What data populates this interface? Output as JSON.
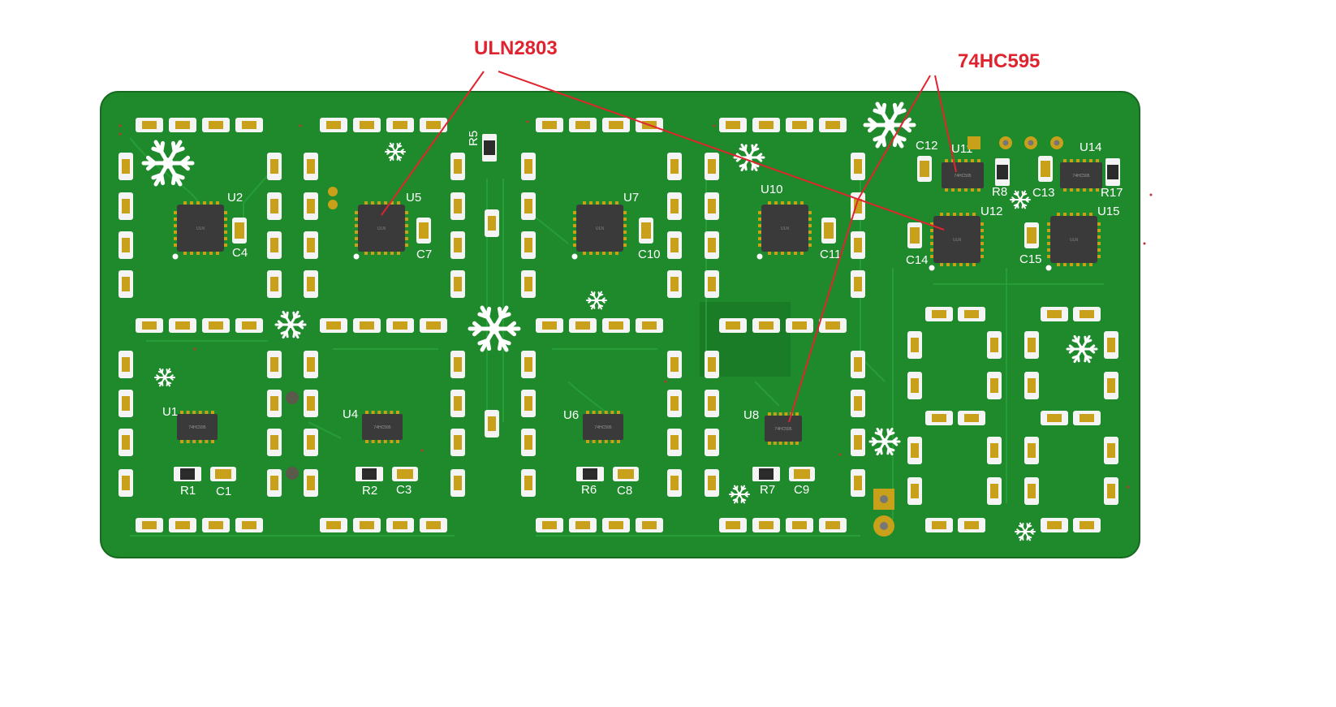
{
  "callouts": {
    "uln": "ULN2803",
    "hc595": "74HC595"
  },
  "colors": {
    "background": "#ffffff",
    "board": "#1f8a2c",
    "board_edge": "#176b20",
    "trace": "#2aa53b",
    "pad": "#f4f4f4",
    "pad_center": "#c8a019",
    "chip": "#3a3a3a",
    "silkscreen": "#ffffff",
    "callout": "#e0242f"
  },
  "components": {
    "qfn": [
      "U2",
      "U5",
      "U7",
      "U10",
      "U12",
      "U15"
    ],
    "soic": [
      "U1",
      "U4",
      "U6",
      "U8",
      "U11",
      "U14"
    ],
    "caps": [
      "C1",
      "C3",
      "C4",
      "C7",
      "C8",
      "C9",
      "C10",
      "C11",
      "C12",
      "C13",
      "C14",
      "C15"
    ],
    "resistors": [
      "R1",
      "R2",
      "R5",
      "R6",
      "R7",
      "R8",
      "R17"
    ]
  },
  "chip_markings": {
    "qfn": "ULN",
    "soic": "74HC595"
  }
}
